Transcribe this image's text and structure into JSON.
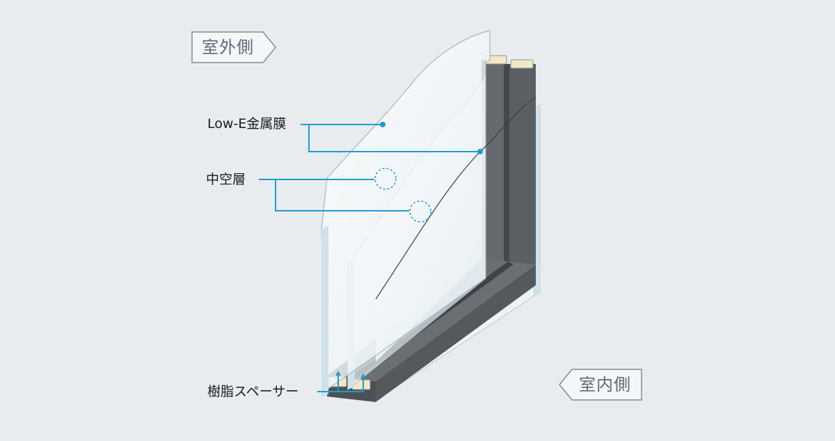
{
  "labels": {
    "outdoor": "室外側",
    "indoor": "室内側",
    "lowe": "Low-E金属膜",
    "air_layer": "中空層",
    "spacer": "樹脂スペーサー"
  },
  "colors": {
    "background": "#e8ecef",
    "accent": "#1e9ad6",
    "frame": "#5b5e62",
    "frame_dark": "#44474b",
    "glass_edge": "#cfe2ea",
    "tag_border": "#7f8c96"
  }
}
